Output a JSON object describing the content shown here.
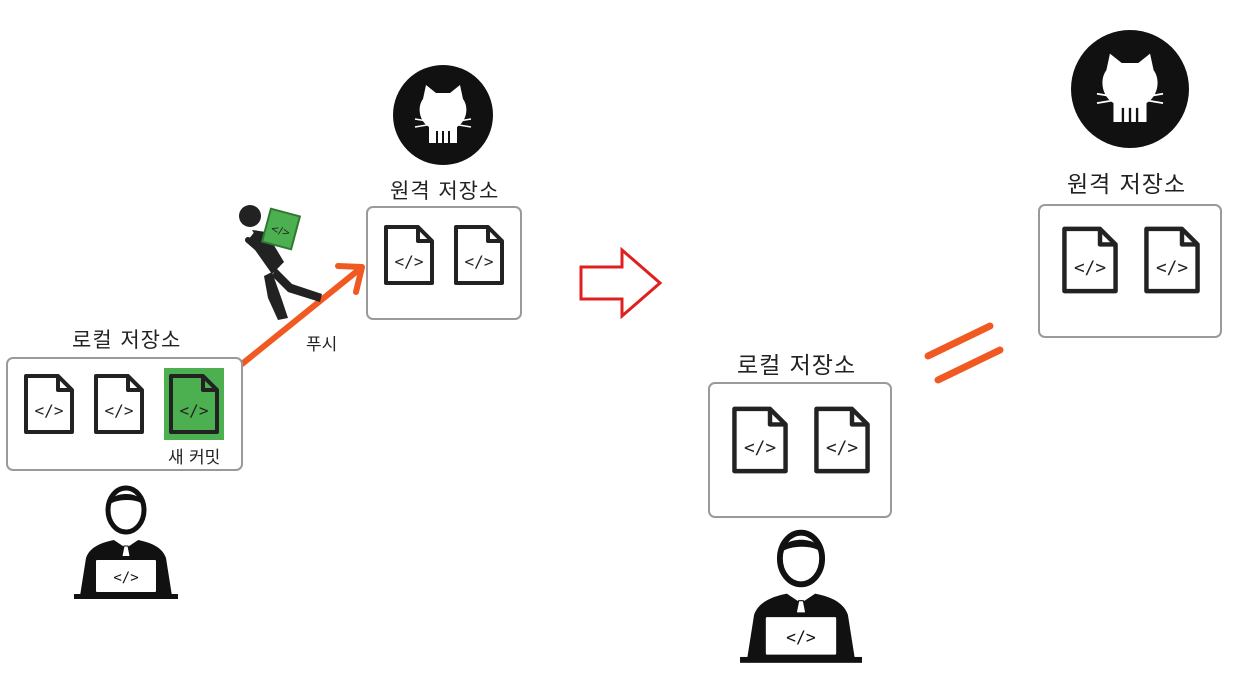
{
  "left_scene": {
    "local_repo_label": "로컬 저장소",
    "remote_repo_label": "원격 저장소",
    "new_commit_label": "새 커밋",
    "push_label": "푸시"
  },
  "right_scene": {
    "local_repo_label": "로컬 저장소",
    "remote_repo_label": "원격 저장소"
  },
  "file_glyph": "</>",
  "colors": {
    "accent_orange": "#f05a22",
    "new_commit_green": "#4cb050",
    "transition_arrow_red": "#e02020"
  }
}
